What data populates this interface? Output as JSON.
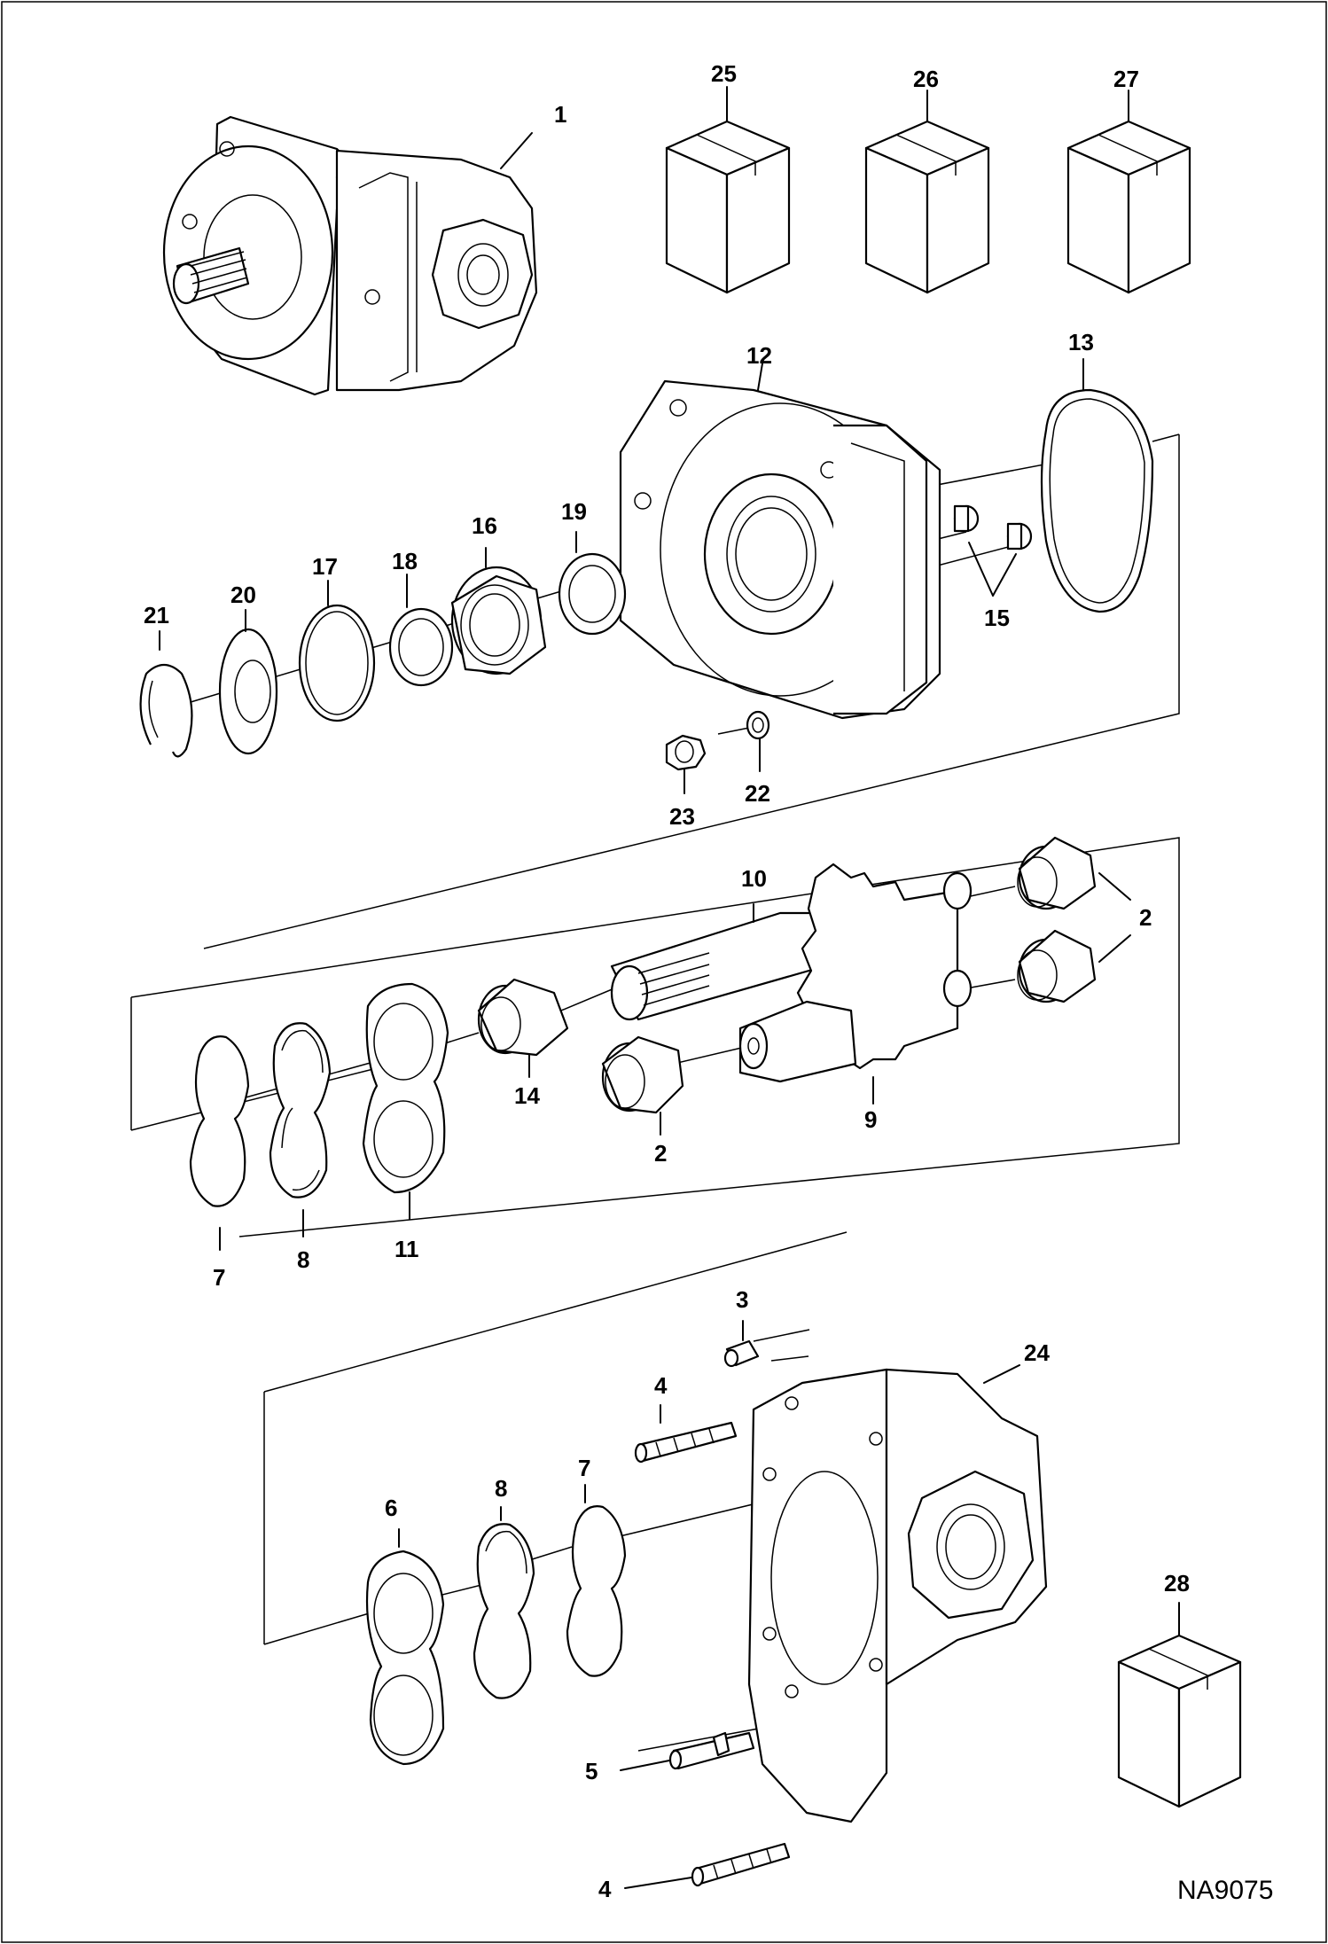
{
  "drawing_code": "NA9075",
  "callouts": [
    {
      "id": "c1",
      "label": "1"
    },
    {
      "id": "c25",
      "label": "25"
    },
    {
      "id": "c26",
      "label": "26"
    },
    {
      "id": "c27",
      "label": "27"
    },
    {
      "id": "c12",
      "label": "12"
    },
    {
      "id": "c13",
      "label": "13"
    },
    {
      "id": "c16",
      "label": "16"
    },
    {
      "id": "c19",
      "label": "19"
    },
    {
      "id": "c18",
      "label": "18"
    },
    {
      "id": "c17",
      "label": "17"
    },
    {
      "id": "c20",
      "label": "20"
    },
    {
      "id": "c21",
      "label": "21"
    },
    {
      "id": "c15",
      "label": "15"
    },
    {
      "id": "c22",
      "label": "22"
    },
    {
      "id": "c23",
      "label": "23"
    },
    {
      "id": "c10",
      "label": "10"
    },
    {
      "id": "c2a",
      "label": "2"
    },
    {
      "id": "c14",
      "label": "14"
    },
    {
      "id": "c2b",
      "label": "2"
    },
    {
      "id": "c9",
      "label": "9"
    },
    {
      "id": "c7a",
      "label": "7"
    },
    {
      "id": "c8a",
      "label": "8"
    },
    {
      "id": "c11",
      "label": "11"
    },
    {
      "id": "c3",
      "label": "3"
    },
    {
      "id": "c24",
      "label": "24"
    },
    {
      "id": "c4a",
      "label": "4"
    },
    {
      "id": "c8b",
      "label": "8"
    },
    {
      "id": "c7b",
      "label": "7"
    },
    {
      "id": "c6",
      "label": "6"
    },
    {
      "id": "c28",
      "label": "28"
    },
    {
      "id": "c5",
      "label": "5"
    },
    {
      "id": "c4b",
      "label": "4"
    }
  ]
}
